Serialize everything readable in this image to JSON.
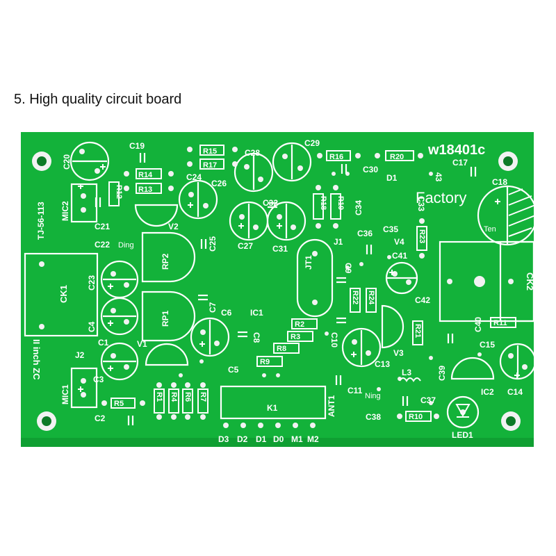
{
  "caption": "5. High quality circuit board",
  "colors": {
    "board": "#13b23a",
    "board_dark": "#0d9a2e",
    "silk": "#ffffff",
    "pad": "#f2f2f2",
    "hole": "#0b5a1c"
  },
  "board_marking": "w18401c",
  "board_id": "TJ-56-113",
  "watermark_texts": [
    "Factory",
    "Ding",
    "Ten",
    "Ning"
  ],
  "edge_texts": [
    "II inch ZC"
  ],
  "bottom_pins": [
    "D3",
    "D2",
    "D1",
    "D0",
    "M1",
    "M2"
  ],
  "components": [
    {
      "ref": "C20"
    },
    {
      "ref": "C19"
    },
    {
      "ref": "R15"
    },
    {
      "ref": "R17"
    },
    {
      "ref": "C28"
    },
    {
      "ref": "C29"
    },
    {
      "ref": "R16"
    },
    {
      "ref": "R20"
    },
    {
      "ref": "C30"
    },
    {
      "ref": "D1"
    },
    {
      "ref": "43"
    },
    {
      "ref": "C17"
    },
    {
      "ref": "C18"
    },
    {
      "ref": "R14"
    },
    {
      "ref": "R13"
    },
    {
      "ref": "R12"
    },
    {
      "ref": "C24"
    },
    {
      "ref": "C26"
    },
    {
      "ref": "C32"
    },
    {
      "ref": "R18"
    },
    {
      "ref": "R19"
    },
    {
      "ref": "C34"
    },
    {
      "ref": "C33"
    },
    {
      "ref": "MIC2"
    },
    {
      "ref": "C21"
    },
    {
      "ref": "V2"
    },
    {
      "ref": "C25"
    },
    {
      "ref": "C27"
    },
    {
      "ref": "C31"
    },
    {
      "ref": "C36"
    },
    {
      "ref": "C35"
    },
    {
      "ref": "R23"
    },
    {
      "ref": "C22"
    },
    {
      "ref": "RP2"
    },
    {
      "ref": "J1"
    },
    {
      "ref": "V4"
    },
    {
      "ref": "C41"
    },
    {
      "ref": "JT1"
    },
    {
      "ref": "C9"
    },
    {
      "ref": "C23"
    },
    {
      "ref": "CK1"
    },
    {
      "ref": "CK2"
    },
    {
      "ref": "R22"
    },
    {
      "ref": "R24"
    },
    {
      "ref": "C42"
    },
    {
      "ref": "C7"
    },
    {
      "ref": "IC1"
    },
    {
      "ref": "RP1"
    },
    {
      "ref": "C6"
    },
    {
      "ref": "C4"
    },
    {
      "ref": "R2"
    },
    {
      "ref": "R21"
    },
    {
      "ref": "R11"
    },
    {
      "ref": "C8"
    },
    {
      "ref": "R3"
    },
    {
      "ref": "C1"
    },
    {
      "ref": "V1"
    },
    {
      "ref": "R8"
    },
    {
      "ref": "C10"
    },
    {
      "ref": "C40"
    },
    {
      "ref": "C15"
    },
    {
      "ref": "J2"
    },
    {
      "ref": "R9"
    },
    {
      "ref": "V3"
    },
    {
      "ref": "C13"
    },
    {
      "ref": "C5"
    },
    {
      "ref": "C3"
    },
    {
      "ref": "L3"
    },
    {
      "ref": "C39"
    },
    {
      "ref": "MIC1"
    },
    {
      "ref": "C11"
    },
    {
      "ref": "IC2"
    },
    {
      "ref": "C14"
    },
    {
      "ref": "R1"
    },
    {
      "ref": "R4"
    },
    {
      "ref": "R6"
    },
    {
      "ref": "R7"
    },
    {
      "ref": "K1"
    },
    {
      "ref": "ANT1"
    },
    {
      "ref": "C37"
    },
    {
      "ref": "R5"
    },
    {
      "ref": "C2"
    },
    {
      "ref": "C38"
    },
    {
      "ref": "R10"
    },
    {
      "ref": "LED1"
    }
  ]
}
